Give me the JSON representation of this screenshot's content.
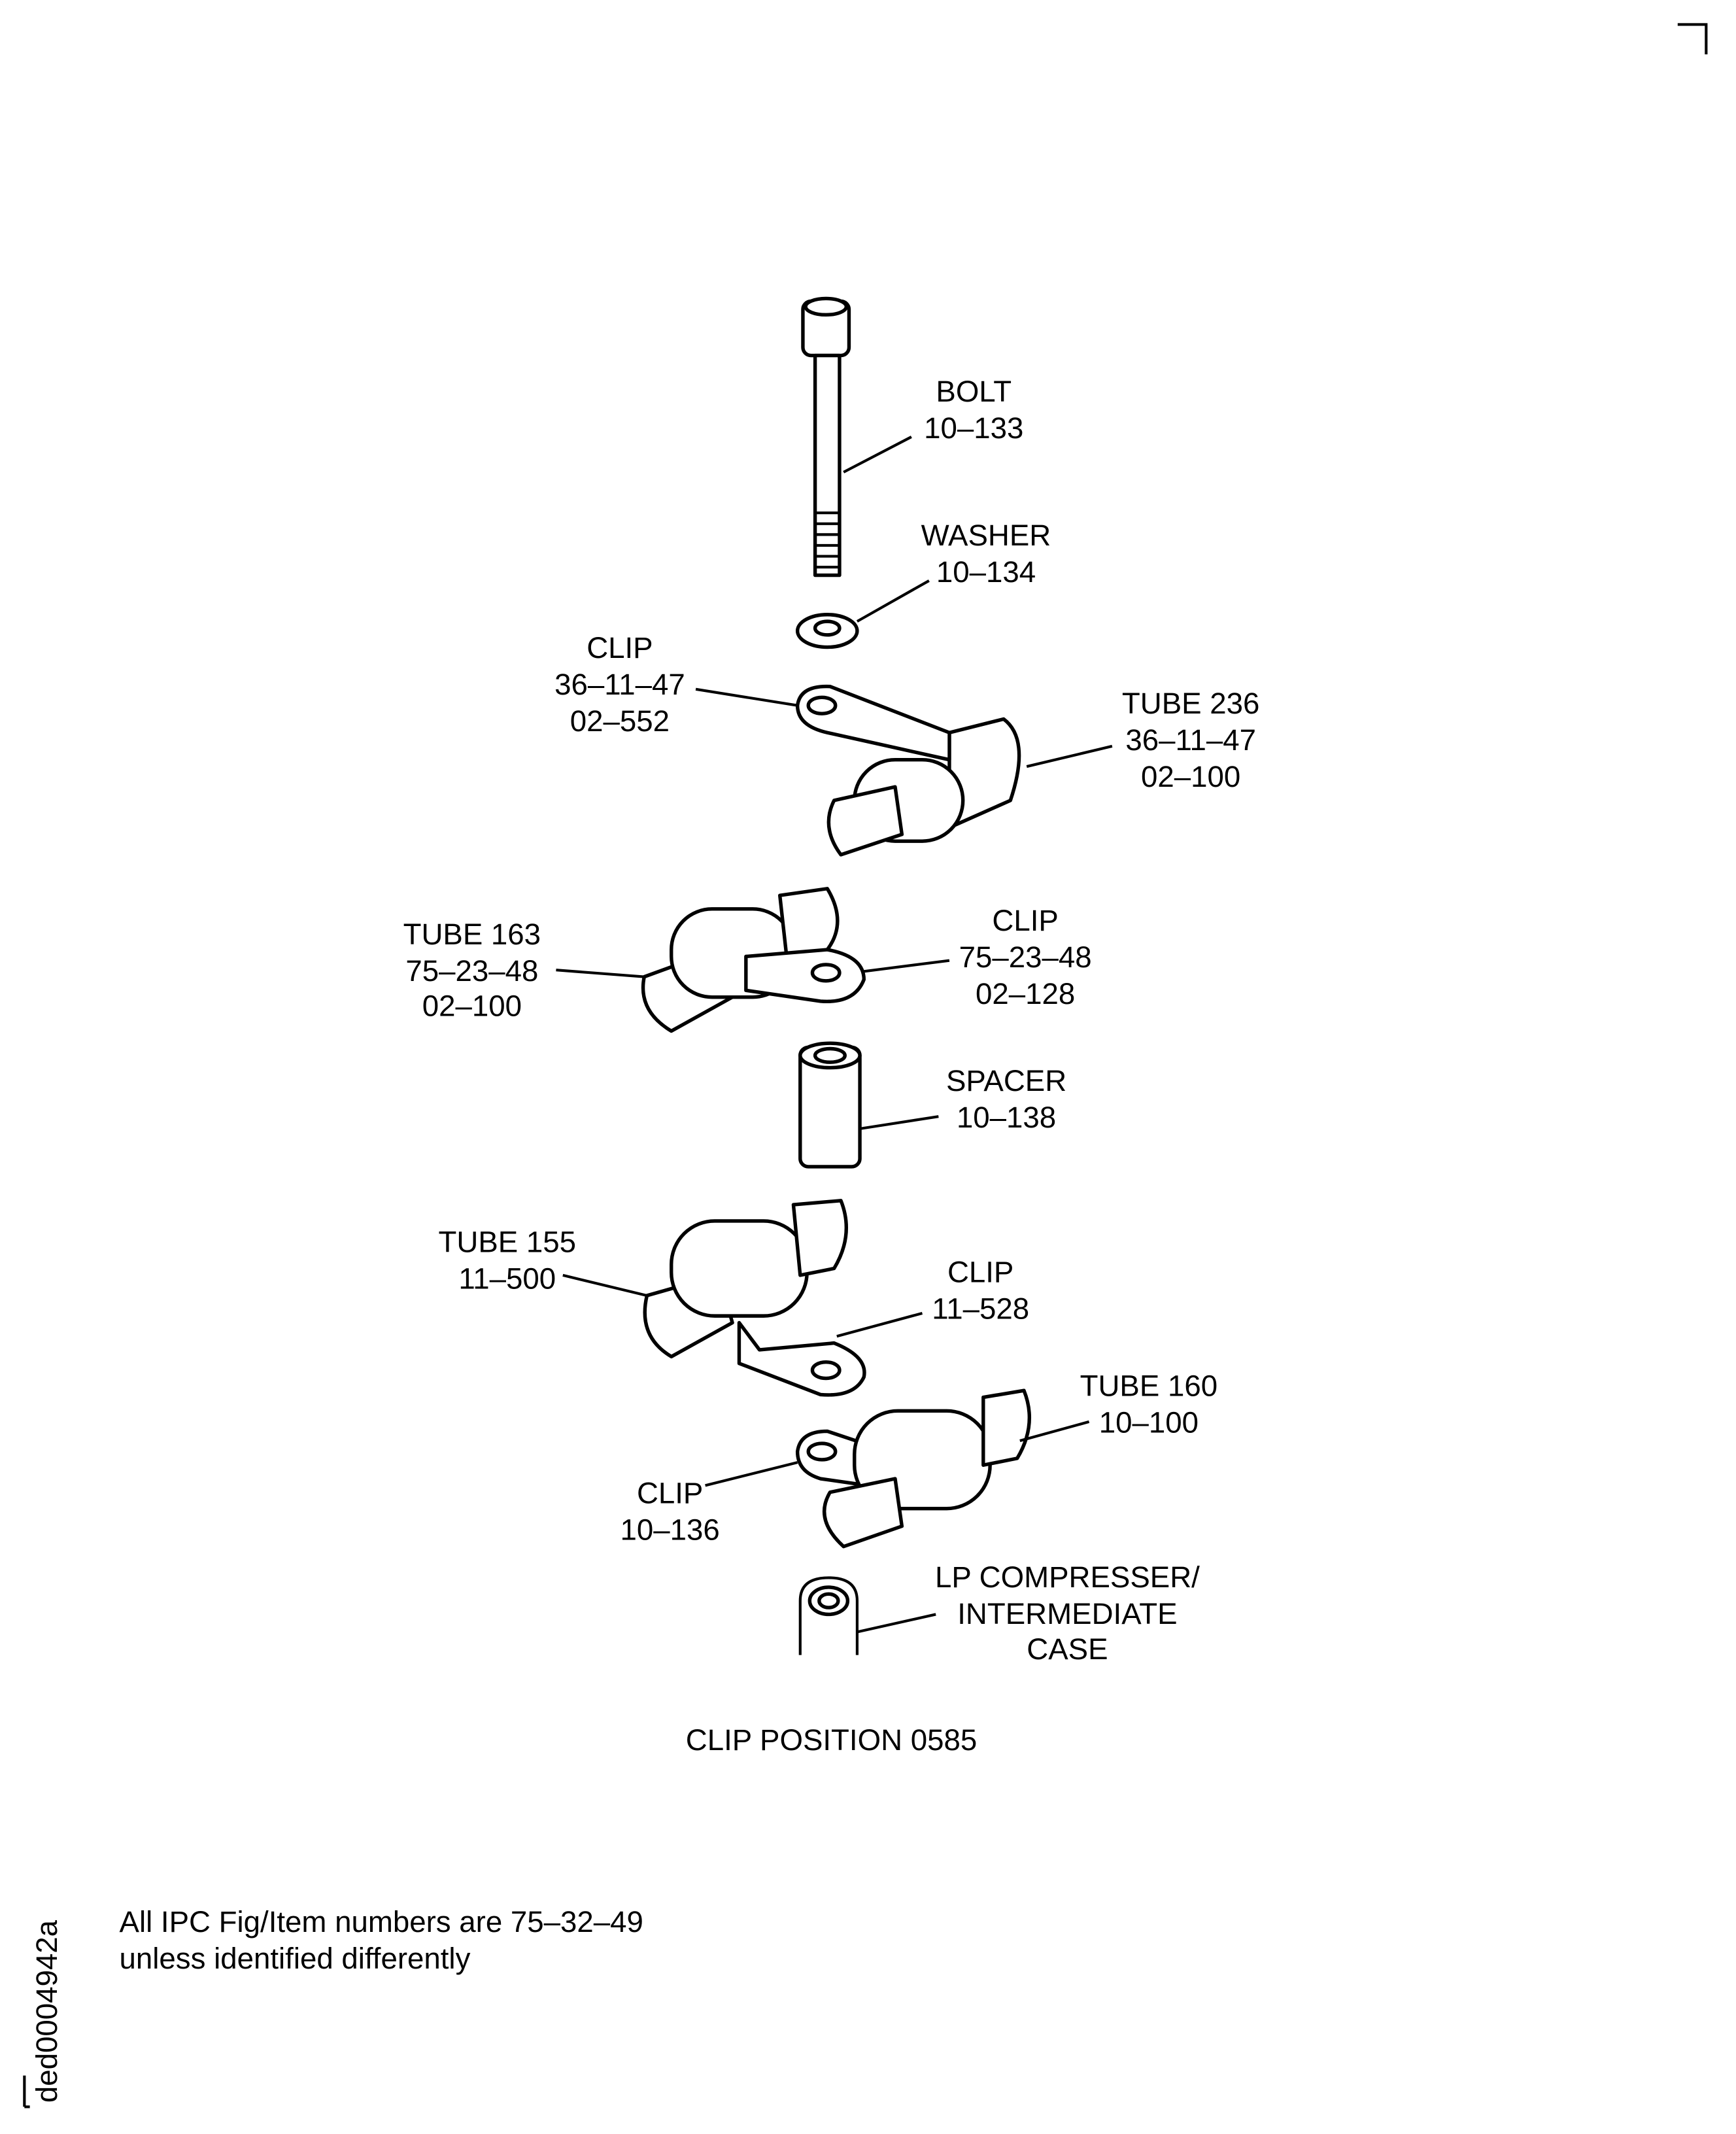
{
  "figure": {
    "title": "CLIP POSITION 0585",
    "drawing_id": "ded0004942a",
    "note_line1": "All IPC Fig/Item numbers are 75–32–49",
    "note_line2": "unless identified differently"
  },
  "callouts": {
    "bolt": [
      "BOLT",
      "10–133"
    ],
    "washer": [
      "WASHER",
      "10–134"
    ],
    "clip_top": [
      "CLIP",
      "36–11–47",
      "02–552"
    ],
    "tube_236": [
      "TUBE 236",
      "36–11–47",
      "02–100"
    ],
    "tube_163": [
      "TUBE 163",
      "75–23–48",
      "02–100"
    ],
    "clip_mid": [
      "CLIP",
      "75–23–48",
      "02–128"
    ],
    "spacer": [
      "SPACER",
      "10–138"
    ],
    "tube_155": [
      "TUBE 155",
      "11–500"
    ],
    "clip_11_528": [
      "CLIP",
      "11–528"
    ],
    "tube_160": [
      "TUBE 160",
      "10–100"
    ],
    "clip_bottom": [
      "CLIP",
      "10–136"
    ],
    "case": [
      "LP COMPRESSER/",
      "INTERMEDIATE",
      "CASE"
    ]
  }
}
